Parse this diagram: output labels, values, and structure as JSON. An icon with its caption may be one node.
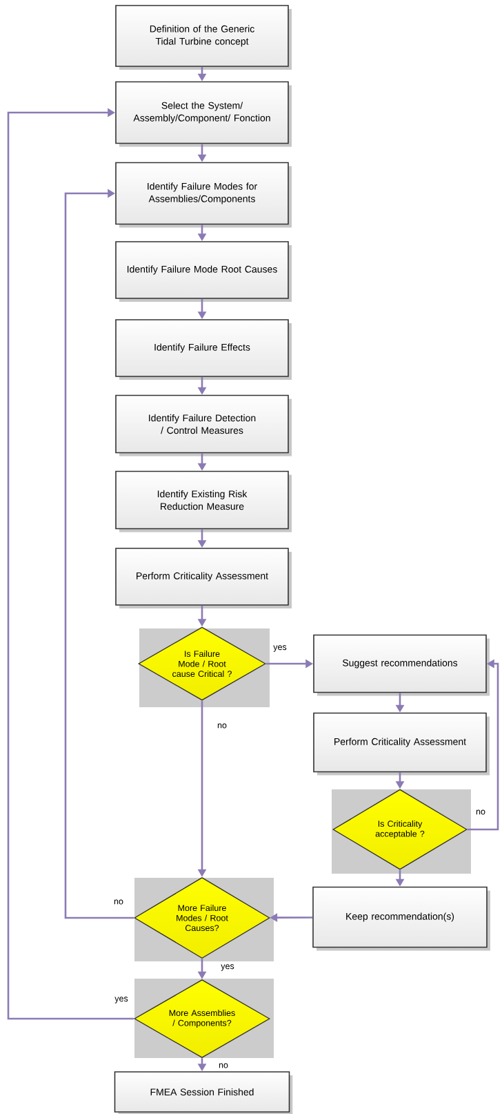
{
  "diagram": {
    "nodes": [
      {
        "text": [
          "Definition of the Generic Tidal Turbine concept"
        ]
      },
      {
        "text": [
          "Select the System/ Assembly/Component/ Fonction"
        ]
      },
      {
        "text": [
          "Identify Failure Modes for Assemblies/Components"
        ]
      },
      {
        "text": [
          "Identify Failure Mode Root Causes"
        ]
      },
      {
        "text": [
          "Identify Failure Effects"
        ]
      },
      {
        "text": [
          "Identify Failure Detection / Control Measures"
        ]
      },
      {
        "text": [
          "Identify Existing Risk Reduction Measure"
        ]
      },
      {
        "text": [
          "Perform Criticality Assessment"
        ]
      },
      {
        "text": [
          "Is Failure Mode / Root cause Critical ?"
        ]
      },
      {
        "text": [
          "Suggest recommendations"
        ]
      },
      {
        "text": [
          "Perform Criticality Assessment"
        ]
      },
      {
        "text": [
          "Is Criticality acceptable ?"
        ]
      },
      {
        "text": [
          "Keep recommendation(s)"
        ]
      },
      {
        "text": [
          "More Failure Modes / Root Causes?"
        ]
      },
      {
        "text": [
          "More Assemblies / Components?"
        ]
      },
      {
        "text": [
          "FMEA Session Finished"
        ]
      }
    ],
    "edges": [
      {
        "from": 0,
        "to": 1,
        "arrow": "to"
      },
      {
        "from": 1,
        "to": 2,
        "arrow": "to"
      },
      {
        "from": 2,
        "to": 3,
        "arrow": "to"
      },
      {
        "from": 3,
        "to": 4,
        "arrow": "to"
      },
      {
        "from": 4,
        "to": 5,
        "arrow": "to"
      },
      {
        "from": 5,
        "to": 6,
        "arrow": "to"
      },
      {
        "from": 6,
        "to": 7,
        "arrow": "to"
      },
      {
        "from": 7,
        "to": 8,
        "arrow": "to"
      },
      {
        "from": 8,
        "to": 9,
        "arrow": "to",
        "label": "yes"
      },
      {
        "from": 8,
        "to": 13,
        "arrow": "to",
        "label": "no"
      },
      {
        "from": 9,
        "to": 10,
        "arrow": "to"
      },
      {
        "from": 10,
        "to": 11,
        "arrow": "to"
      },
      {
        "from": 11,
        "to": 9,
        "arrow": "to",
        "label": "no"
      },
      {
        "from": 11,
        "to": 12,
        "arrow": "to"
      },
      {
        "from": 12,
        "to": 13,
        "arrow": "to"
      },
      {
        "from": 13,
        "to": 2,
        "arrow": "to",
        "label": "no"
      },
      {
        "from": 13,
        "to": 14,
        "arrow": "to",
        "label": "yes"
      },
      {
        "from": 14,
        "to": 1,
        "arrow": "to",
        "label": "yes"
      },
      {
        "from": 14,
        "to": 15,
        "arrow": "to",
        "label": "no"
      }
    ]
  }
}
